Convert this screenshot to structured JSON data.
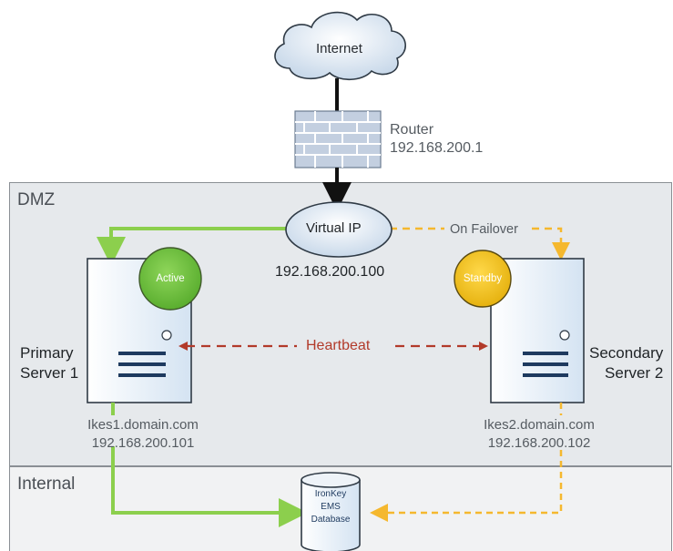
{
  "zones": {
    "dmz": "DMZ",
    "internal": "Internal"
  },
  "internet": {
    "label": "Internet"
  },
  "router": {
    "name": "Router",
    "ip": "192.168.200.1"
  },
  "virtual_ip": {
    "label": "Virtual IP",
    "ip": "192.168.200.100"
  },
  "failover_label": "On Failover",
  "heartbeat_label": "Heartbeat",
  "primary": {
    "name_line1": "Primary",
    "name_line2": "Server 1",
    "host": "Ikes1.domain.com",
    "ip": "192.168.200.101",
    "status": "Active"
  },
  "secondary": {
    "name_line1": "Secondary",
    "name_line2": "Server 2",
    "host": "Ikes2.domain.com",
    "ip": "192.168.200.102",
    "status": "Standby"
  },
  "database": {
    "line1": "IronKey",
    "line2": "EMS",
    "line3": "Database"
  },
  "colors": {
    "active_path": "#8ccf4d",
    "failover_path": "#f5b82e",
    "heartbeat": "#b23a2a",
    "active_badge": "#6cbf3a",
    "standby_badge": "#f0c21a",
    "cloud_fill": "#dfe9f4",
    "cloud_stroke": "#2f3a45"
  }
}
